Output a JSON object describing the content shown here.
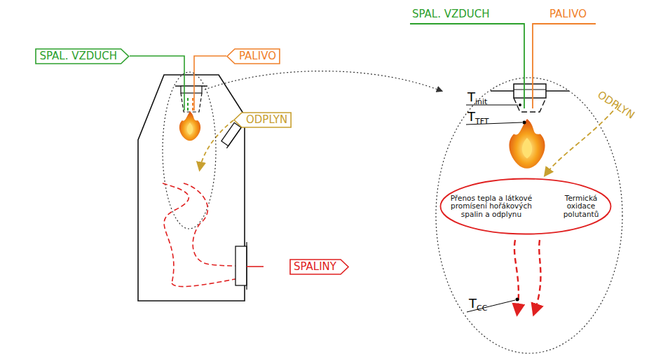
{
  "diagram": {
    "nodes": [
      {
        "text": [
          "SPAL. VZDUCH"
        ]
      },
      {
        "text": [
          "PALIVO"
        ]
      },
      {
        "text": [
          "ODPLYN"
        ]
      },
      {
        "text": [
          "SPALINY"
        ]
      },
      {
        "text": [
          "Přenos tepla a látkové promísení hořákových spalin a odplynu",
          "Termická oxidace polutantů"
        ]
      }
    ],
    "labels": [
      "SPAL. VZDUCH",
      "PALIVO",
      "ODPLYN",
      "T",
      "init",
      "T",
      "TFT",
      "T",
      "CC"
    ]
  }
}
